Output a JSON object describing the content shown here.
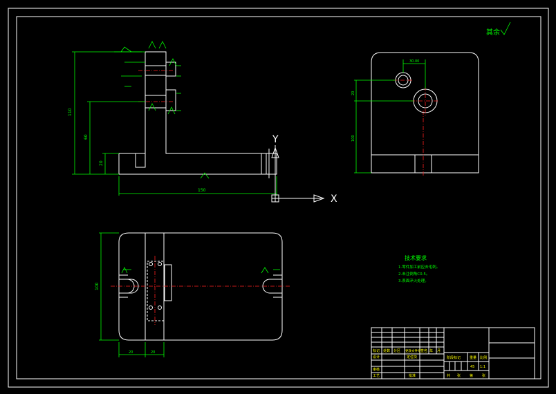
{
  "drawing": {
    "roughness_note": "其余",
    "tech_requirements": {
      "title": "技术要求",
      "lines": [
        "1.零件加工前应去毛刺。",
        "2.未注倒角C0.5。",
        "3.表面淬火处理。"
      ]
    },
    "axis": {
      "y": "Y",
      "x": "X"
    },
    "dimensions": {
      "front_width": "150",
      "front_height": "110",
      "front_mid": "60",
      "front_base": "20",
      "top_hole_dist": "30.00",
      "plan_height": "100",
      "plan_offset": "20"
    },
    "title_block": {
      "part_name": "定位块",
      "scale": "1:1",
      "material": "45",
      "labels": [
        "标记",
        "处数",
        "分区",
        "更改文件号",
        "签名",
        "年",
        "月",
        "日"
      ],
      "roles": [
        "设计",
        "审核",
        "工艺",
        "批准"
      ],
      "stage_labels": [
        "阶段标记",
        "重量",
        "比例"
      ],
      "sheet": [
        "共",
        "张",
        "第",
        "张"
      ]
    }
  }
}
